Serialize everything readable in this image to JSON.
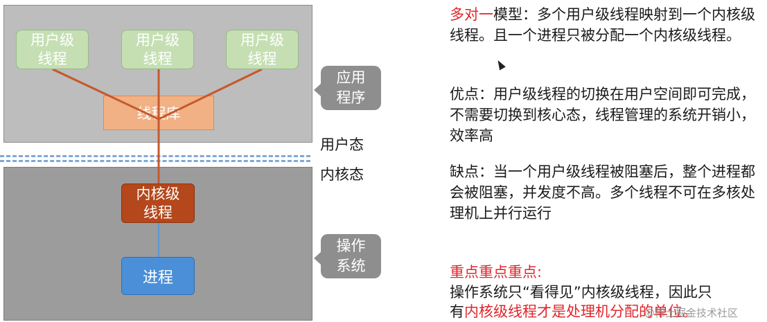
{
  "diagram": {
    "user_threads": [
      "用户级\n线程",
      "用户级\n线程",
      "用户级\n线程"
    ],
    "thread_library": "线程库",
    "kernel_thread": "内核级\n线程",
    "process": "进程",
    "app_callout": "应用\n程序",
    "os_callout": "操作\n系统",
    "user_mode": "用户态",
    "kernel_mode": "内核态"
  },
  "notes": {
    "p1_lead": "多对一",
    "p1_rest": "模型：多个用户级线程映射到一个内核级线程。且一个进程只被分配一个内核级线程。",
    "p2": "优点：用户级线程的切换在用户空间即可完成，不需要切换到核心态，线程管理的系统开销小，效率高",
    "p3": "缺点：当一个用户级线程被阻塞后，整个进程都会被阻塞，并发度不高。多个线程不可在多核处理机上并行运行",
    "key_heading": "重点重点重点:",
    "key_line1": "操作系统只“看得见”内核级线程，因此只",
    "key_line2_a": "有",
    "key_line2_b": "内核级线程才是处理机分配的单位。",
    "watermark": "@稀土掘金技术社区"
  },
  "colors": {
    "user_thread": "#c5dfb3",
    "library": "#f1b184",
    "kernel_thread": "#b4471b",
    "process": "#4a8fd8",
    "connector": "#c65a2e",
    "highlight": "#e0252b"
  }
}
